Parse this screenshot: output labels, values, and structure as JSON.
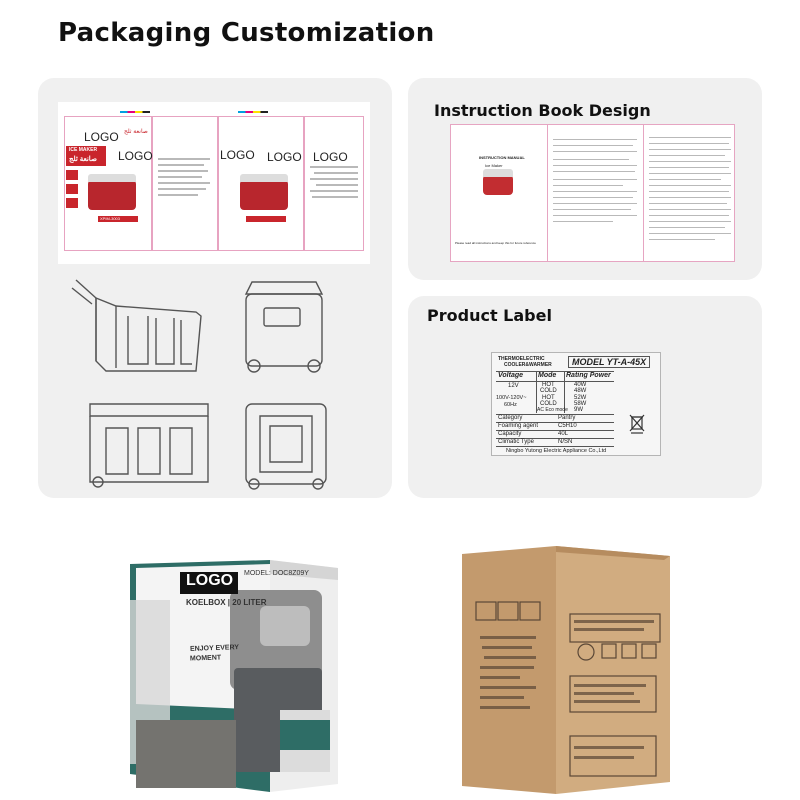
{
  "page": {
    "title": "Packaging Customization"
  },
  "sections": {
    "instruction": {
      "title": "Instruction Book Design",
      "manual_title": "INSTRUCTION MANUAL",
      "manual_subtitle": "Ice Maker",
      "manual_footer": "Please read all instructions and keep this for future reference"
    },
    "label": {
      "title": "Product Label"
    }
  },
  "dieline": {
    "logo": "LOGO",
    "product_en": "ICE MAKER",
    "product_ar": "صانعة ثلج",
    "model": "XPIM-3003"
  },
  "product_label": {
    "brand_line1": "THERMOELECTRIC",
    "brand_line2": "COOLER&WARMER",
    "model": "MODEL YT-A-45X",
    "header_voltage": "Voltage",
    "header_mode": "Mode",
    "header_rating": "Rating Power",
    "dc": "12V",
    "ac": "100V-120V~",
    "freq": "60Hz",
    "rows": [
      {
        "mode": "HOT",
        "power": "40W"
      },
      {
        "mode": "COLD",
        "power": "48W"
      },
      {
        "mode": "HOT",
        "power": "52W"
      },
      {
        "mode": "COLD",
        "power": "58W"
      },
      {
        "mode": "AC Eco mode",
        "power": "9W"
      }
    ],
    "specs": [
      {
        "key": "Category",
        "value": "Pantry"
      },
      {
        "key": "Foaming agent",
        "value": "C5H10"
      },
      {
        "key": "Capacity",
        "value": "40L"
      },
      {
        "key": "Climatic Type",
        "value": "N/SN"
      }
    ],
    "footer": "Ningbo Yutong Electric Appliance Co.,Ltd"
  },
  "retail_box": {
    "logo": "LOGO",
    "model": "MODEL: DOC8Z09Y",
    "product_line": "KOELBOX | 20 LITER",
    "tagline1": "ENJOY EVERY",
    "tagline2": "MOMENT"
  },
  "colors": {
    "accent_red": "#c9252c",
    "retail_green": "#2e6d66",
    "kraft": "#c79f72"
  }
}
